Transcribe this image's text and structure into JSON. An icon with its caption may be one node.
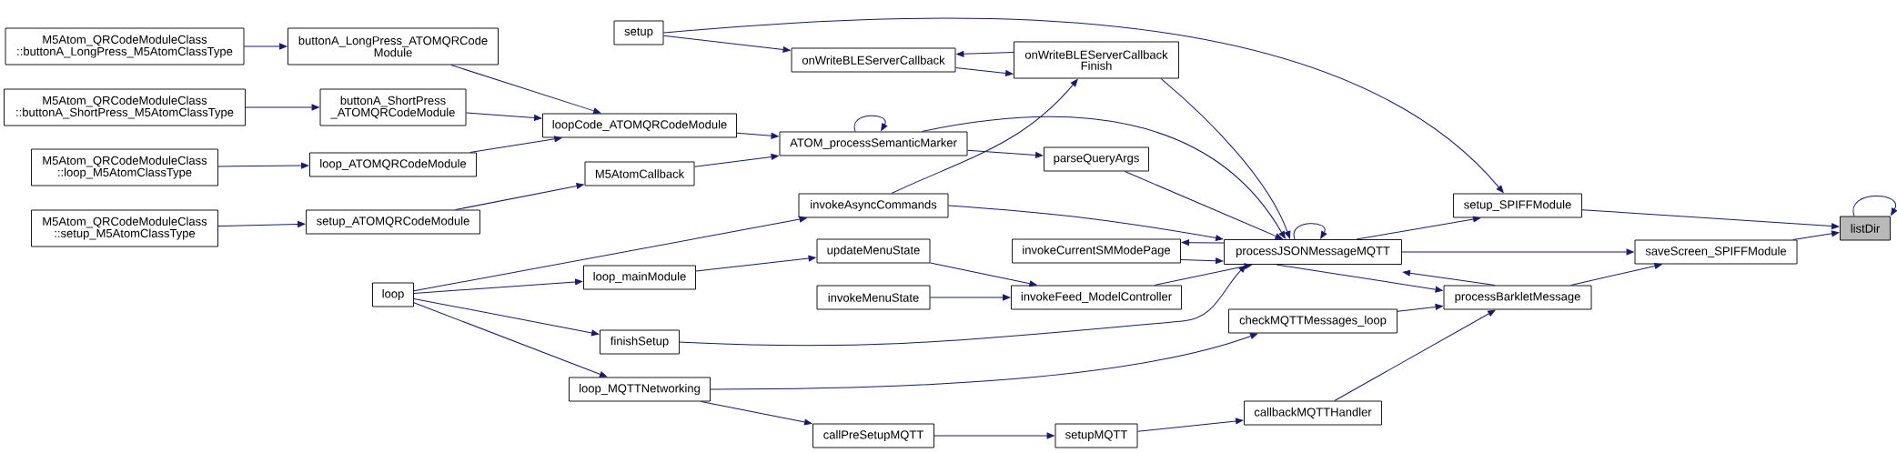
{
  "diagram": {
    "nodes": [
      {
        "text": [
          "M5Atom_QRCodeModuleClass ::buttonA_LongPress_M5AtomClassType"
        ]
      },
      {
        "text": [
          "M5Atom_QRCodeModuleClass ::buttonA_ShortPress_M5AtomClassType"
        ]
      },
      {
        "text": [
          "M5Atom_QRCodeModuleClass ::loop_M5AtomClassType"
        ]
      },
      {
        "text": [
          "M5Atom_QRCodeModuleClass ::setup_M5AtomClassType"
        ]
      },
      {
        "text": [
          "buttonA_LongPress_ATOMQRCode Module"
        ]
      },
      {
        "text": [
          "buttonA_ShortPress _ATOMQRCodeModule"
        ]
      },
      {
        "text": [
          "loop_ATOMQRCodeModule"
        ]
      },
      {
        "text": [
          "setup_ATOMQRCodeModule"
        ]
      },
      {
        "text": [
          "loop"
        ]
      },
      {
        "text": [
          "setup"
        ]
      },
      {
        "text": [
          "onWriteBLEServerCallback"
        ]
      },
      {
        "text": [
          "onWriteBLEServerCallback Finish"
        ]
      },
      {
        "text": [
          "loopCode_ATOMQRCodeModule"
        ]
      },
      {
        "text": [
          "ATOM_processSemanticMarker"
        ]
      },
      {
        "text": [
          "M5AtomCallback"
        ]
      },
      {
        "text": [
          "parseQueryArgs"
        ]
      },
      {
        "text": [
          "invokeAsyncCommands"
        ]
      },
      {
        "text": [
          "updateMenuState"
        ]
      },
      {
        "text": [
          "loop_mainModule"
        ]
      },
      {
        "text": [
          "invokeMenuState"
        ]
      },
      {
        "text": [
          "invokeCurrentSMModePage"
        ]
      },
      {
        "text": [
          "invokeFeed_ModelController"
        ]
      },
      {
        "text": [
          "finishSetup"
        ]
      },
      {
        "text": [
          "loop_MQTTNetworking"
        ]
      },
      {
        "text": [
          "callPreSetupMQTT"
        ]
      },
      {
        "text": [
          "setupMQTT"
        ]
      },
      {
        "text": [
          "processJSONMessageMQTT"
        ]
      },
      {
        "text": [
          "checkMQTTMessages_loop"
        ]
      },
      {
        "text": [
          "callbackMQTTHandler"
        ]
      },
      {
        "text": [
          "setup_SPIFFModule"
        ]
      },
      {
        "text": [
          "processBarkletMessage"
        ]
      },
      {
        "text": [
          "saveScreen_SPIFFModule"
        ]
      },
      {
        "text": [
          "listDir"
        ]
      }
    ],
    "edges": [
      {
        "from": 0,
        "to": 4,
        "arrow": "to"
      },
      {
        "from": 1,
        "to": 5,
        "arrow": "to"
      },
      {
        "from": 2,
        "to": 6,
        "arrow": "to"
      },
      {
        "from": 3,
        "to": 7,
        "arrow": "to"
      },
      {
        "from": 4,
        "to": 12,
        "arrow": "to"
      },
      {
        "from": 5,
        "to": 12,
        "arrow": "to"
      },
      {
        "from": 6,
        "to": 12,
        "arrow": "to"
      },
      {
        "from": 7,
        "to": 14,
        "arrow": "to"
      },
      {
        "from": 8,
        "to": 16,
        "arrow": "to"
      },
      {
        "from": 8,
        "to": 18,
        "arrow": "to"
      },
      {
        "from": 8,
        "to": 22,
        "arrow": "to"
      },
      {
        "from": 8,
        "to": 23,
        "arrow": "to"
      },
      {
        "from": 9,
        "to": 29,
        "arrow": "to"
      },
      {
        "from": 9,
        "to": 10,
        "arrow": "to"
      },
      {
        "from": 10,
        "to": 11,
        "arrow": "to"
      },
      {
        "from": 11,
        "to": 10,
        "arrow": "to"
      },
      {
        "from": 12,
        "to": 13,
        "arrow": "to"
      },
      {
        "from": 13,
        "to": 13,
        "arrow": "to"
      },
      {
        "from": 14,
        "to": 13,
        "arrow": "to"
      },
      {
        "from": 13,
        "to": 15,
        "arrow": "to"
      },
      {
        "from": 13,
        "to": 26,
        "arrow": "to"
      },
      {
        "from": 16,
        "to": 11,
        "arrow": "to"
      },
      {
        "from": 11,
        "to": 26,
        "arrow": "to"
      },
      {
        "from": 15,
        "to": 26,
        "arrow": "to"
      },
      {
        "from": 16,
        "to": 26,
        "arrow": "to"
      },
      {
        "from": 18,
        "to": 17,
        "arrow": "to"
      },
      {
        "from": 17,
        "to": 21,
        "arrow": "to"
      },
      {
        "from": 19,
        "to": 21,
        "arrow": "to"
      },
      {
        "from": 26,
        "to": 20,
        "arrow": "to"
      },
      {
        "from": 20,
        "to": 26,
        "arrow": "to"
      },
      {
        "from": 21,
        "to": 26,
        "arrow": "to"
      },
      {
        "from": 22,
        "to": 26,
        "arrow": "to"
      },
      {
        "from": 23,
        "to": 27,
        "arrow": "to"
      },
      {
        "from": 23,
        "to": 24,
        "arrow": "to"
      },
      {
        "from": 24,
        "to": 25,
        "arrow": "to"
      },
      {
        "from": 25,
        "to": 28,
        "arrow": "to"
      },
      {
        "from": 26,
        "to": 26,
        "arrow": "to"
      },
      {
        "from": 26,
        "to": 29,
        "arrow": "to"
      },
      {
        "from": 26,
        "to": 31,
        "arrow": "to"
      },
      {
        "from": 26,
        "to": 30,
        "arrow": "to"
      },
      {
        "from": 30,
        "to": 26,
        "arrow": "to"
      },
      {
        "from": 27,
        "to": 30,
        "arrow": "to"
      },
      {
        "from": 28,
        "to": 30,
        "arrow": "to"
      },
      {
        "from": 29,
        "to": 32,
        "arrow": "to"
      },
      {
        "from": 31,
        "to": 32,
        "arrow": "to"
      },
      {
        "from": 30,
        "to": 31,
        "arrow": "to"
      },
      {
        "from": 32,
        "to": 32,
        "arrow": "to"
      }
    ]
  }
}
